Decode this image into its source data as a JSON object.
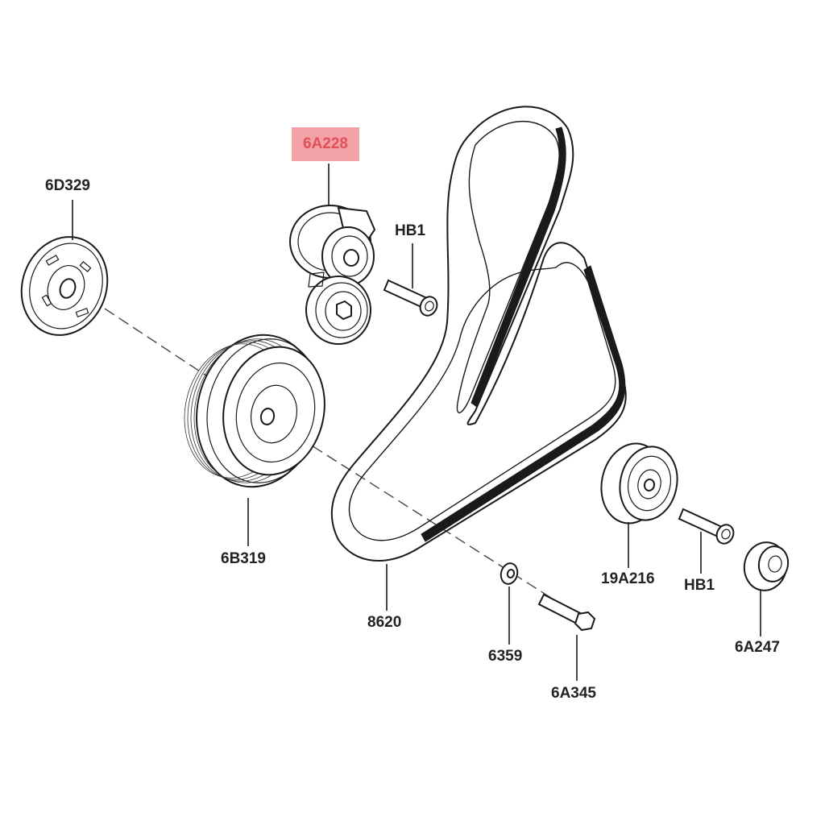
{
  "diagram": {
    "highlight_color": "#f3a2a7",
    "highlight_text_color": "#e0505a",
    "callouts": {
      "damper": "6D329",
      "tensioner": "6A228",
      "tensioner_bolt": "HB1",
      "crank_pulley": "6B319",
      "belt": "8620",
      "idler_pulley": "19A216",
      "idler_bolt": "HB1",
      "idler_cover": "6A247",
      "washer": "6359",
      "crank_bolt": "6A345"
    }
  }
}
